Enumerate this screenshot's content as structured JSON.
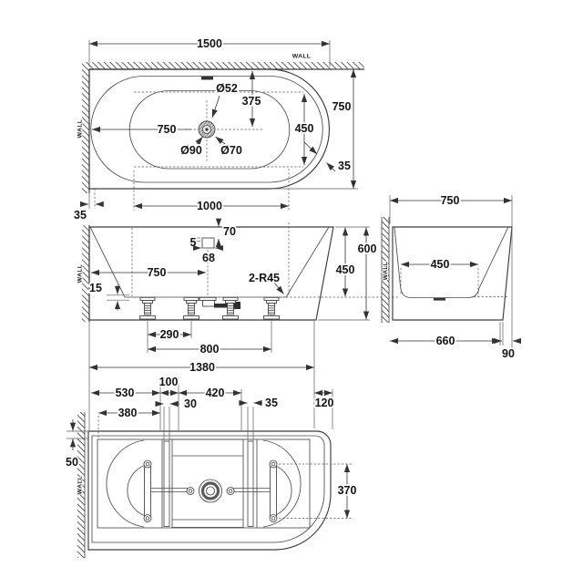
{
  "wall_label": "WALL",
  "top_view": {
    "overall_length": "1500",
    "width": "750",
    "drain_from_wall": "750",
    "center_from_wall": "375",
    "floor_width": "450",
    "floor_length": "1000",
    "rim_gap": "35",
    "wall_gap": "35",
    "drain_dia": "Ø52",
    "waste_dia": "Ø90",
    "overflow_dia": "Ø70"
  },
  "front_view": {
    "overflow_drop": "70",
    "overflow_lip": "5",
    "overflow_width": "68",
    "drain_from_wall": "750",
    "corner_radius": "2-R45",
    "floor_step": "15",
    "depth": "450",
    "height": "600",
    "foot_pitch": "290",
    "foot_span": "800",
    "base_length": "1380"
  },
  "side_view": {
    "width": "750",
    "floor_width": "450",
    "base_width": "660",
    "overhang": "90"
  },
  "bottom_view": {
    "seg_left": "530",
    "channel_span": "100",
    "seg_center": "420",
    "channel_a": "30",
    "channel_b": "35",
    "overhang": "120",
    "arc_width": "380",
    "back_offset": "50",
    "bolt_pitch": "370"
  }
}
